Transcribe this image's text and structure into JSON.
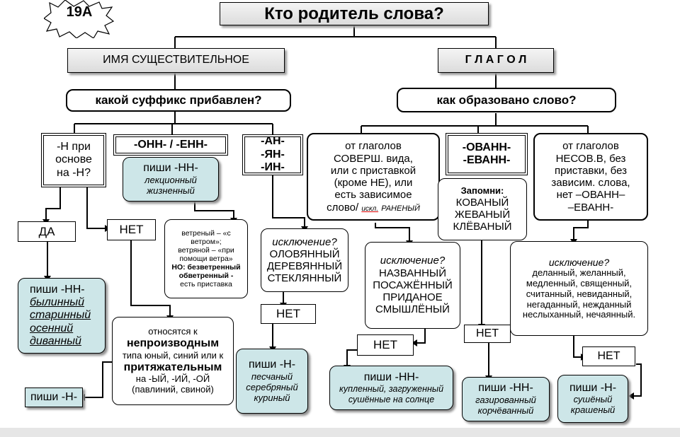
{
  "badge": "19А",
  "title": "Кто родитель слова?",
  "noun": {
    "header": "ИМЯ СУЩЕСТВИТЕЛЬНОЕ",
    "question": "какой суффикс прибавлен?",
    "n_base": [
      "-Н при",
      "основе",
      "на -Н?"
    ],
    "onn_enn": "-ОНН- / -ЕНН-",
    "onn_write": "пиши -НН-",
    "onn_examples": [
      "лекционный",
      "жизненный"
    ],
    "an_yan_in": [
      "-АН-",
      "-ЯН-",
      "-ИН-"
    ],
    "yes": "ДА",
    "no": "НЕТ",
    "yes_write": "пиши -НН-",
    "yes_examples": [
      "былинный",
      "старинный",
      "осенний",
      "диванный"
    ],
    "wind_note": [
      "ветреный – «с ветром»;",
      "ветряной – «при помощи ветра»",
      "НО: безветренный обветренный -",
      "есть приставка"
    ],
    "relative_note": [
      "относятся к",
      "непроизводным",
      "типа юный, синий или  к",
      "притяжательным",
      "на -ЫЙ, -ИЙ, -ОЙ",
      "(павлиний, свиной)"
    ],
    "write_n": "пиши -Н-",
    "exception_q": "исключение?",
    "exception_words": [
      "ОЛОВЯННЫЙ",
      "ДЕРЕВЯННЫЙ",
      "СТЕКЛЯННЫЙ"
    ],
    "exc_no": "НЕТ",
    "an_write": "пиши -Н-",
    "an_examples": [
      "песчаный",
      "серебряный",
      "куриный"
    ]
  },
  "verb": {
    "header": "Г Л А Г О Л",
    "question": "как образовано слово?",
    "perfective": [
      "от глаголов",
      "СОВЕРШ. вида,",
      "или с приставкой",
      "(кроме НЕ), или",
      "есть зависимое",
      "слово/"
    ],
    "perfective_excl": "искл.",
    "perfective_excl_word": "РАНЕНЫЙ",
    "ovann": [
      "-ОВАНН-",
      "-ЕВАНН-"
    ],
    "imperfective": [
      "от глаголов",
      "НЕСОВ.В, без",
      "приставки, без",
      "зависим. слова,",
      "нет –ОВАНН–",
      "–ЕВАНН-"
    ],
    "remember_title": "Запомни:",
    "remember_words": [
      "КОВАНЫЙ",
      "ЖЕВАНЫЙ",
      "КЛЁВАНЫЙ"
    ],
    "exception_q": "исключение?",
    "exception_words": [
      "НАЗВАННЫЙ",
      "ПОСАЖЁННЫЙ",
      "ПРИДАНОЕ",
      "СМЫШЛЁНЫЙ"
    ],
    "exc_no": "НЕТ",
    "perf_write": "пиши -НН-",
    "perf_examples": [
      "купленный, загруженный",
      "сушённые на солнце"
    ],
    "ovann_no": "НЕТ",
    "ovann_write": "пиши -НН-",
    "ovann_examples": [
      "газированный",
      "корчёванный"
    ],
    "imp_exception_q": "исключение?",
    "imp_exception_words": [
      "деланный, желанный,",
      "медленный, священный,",
      "считанный, невиданный,",
      "негаданный, нежданный",
      "неслыханный, нечаянный."
    ],
    "imp_no": "НЕТ",
    "imp_write": "пиши -Н-",
    "imp_examples": [
      "сушёный",
      "крашеный"
    ]
  }
}
